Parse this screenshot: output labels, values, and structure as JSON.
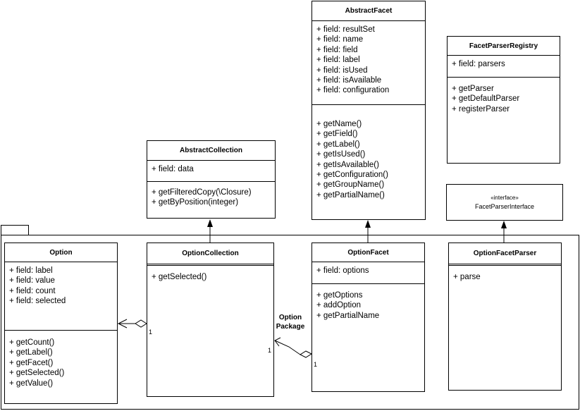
{
  "diagram": {
    "package_label": [
      "Option",
      "Package"
    ],
    "classes": {
      "abstract_facet": {
        "name": "AbstractFacet",
        "fields": [
          "+ field: resultSet",
          "+ field: name",
          "+ field: field",
          "+ field: label",
          "+ field: isUsed",
          "+ field: isAvailable",
          "+ field: configuration"
        ],
        "methods": [
          "+ getName()",
          "+ getField()",
          "+ getLabel()",
          "+ getIsUsed()",
          "+ getIsAvailable()",
          "+ getConfiguration()",
          "+ getGroupName()",
          "+ getPartialName()"
        ]
      },
      "facet_parser_registry": {
        "name": "FacetParserRegistry",
        "fields": [
          "+ field: parsers"
        ],
        "methods": [
          "+ getParser",
          "+ getDefaultParser",
          "+ registerParser"
        ]
      },
      "abstract_collection": {
        "name": "AbstractCollection",
        "fields": [
          "+ field: data"
        ],
        "methods": [
          "+ getFilteredCopy(\\Closure)",
          "+ getByPosition(integer)"
        ]
      },
      "facet_parser_interface": {
        "stereotype": "«interface»",
        "name": "FacetParserInterface"
      },
      "option": {
        "name": "Option",
        "fields": [
          "+ field: label",
          "+ field: value",
          "+ field: count",
          "+ field: selected"
        ],
        "methods": [
          "+ getCount()",
          "+ getLabel()",
          "+ getFacet()",
          "+ getSelected()",
          "+ getValue()"
        ]
      },
      "option_collection": {
        "name": "OptionCollection",
        "methods": [
          "+ getSelected()"
        ]
      },
      "option_facet": {
        "name": "OptionFacet",
        "fields": [
          "+ field: options"
        ],
        "methods": [
          "+ getOptions",
          "+ addOption",
          "+ getPartialName"
        ]
      },
      "option_facet_parser": {
        "name": "OptionFacetParser",
        "methods": [
          "+ parse"
        ]
      }
    },
    "multiplicities": {
      "option_collection_side": "1",
      "option_collection_facet_side": "1",
      "option_facet_side": "1"
    }
  }
}
